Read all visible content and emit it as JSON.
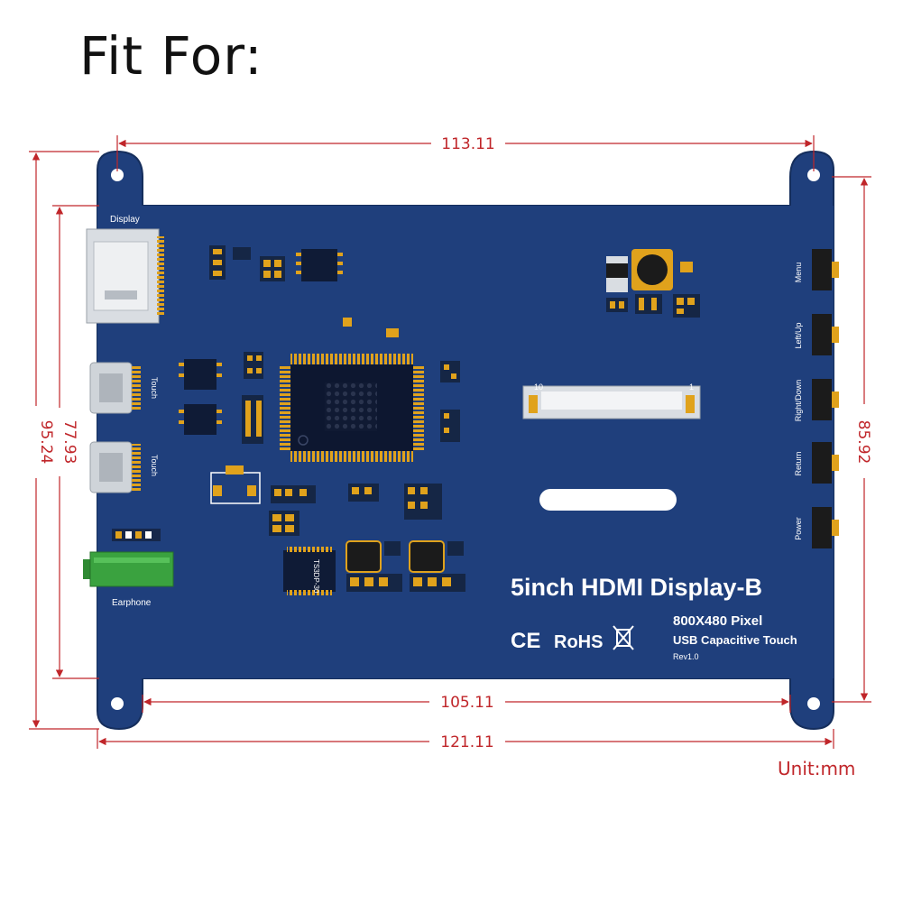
{
  "heading": "Fit For:",
  "dimensions": {
    "top_width": "113.11",
    "inner_width": "105.11",
    "total_width": "121.11",
    "left_inner_height": "77.93",
    "left_total_height": "95.24",
    "right_height": "85.92",
    "unit": "Unit:mm"
  },
  "board": {
    "title": "5inch HDMI Display-B",
    "resolution": "800X480 Pixel",
    "touch": "USB Capacitive Touch",
    "revision": "Rev1.0",
    "cert_ce": "CE",
    "cert_rohs": "RoHS",
    "chip_label": "TS3DP-30",
    "ffc_left": "10",
    "ffc_right": "1",
    "ports": {
      "display": "Display",
      "touch_1": "Touch",
      "touch_2": "Touch",
      "earphone": "Earphone"
    },
    "buttons": [
      "Menu",
      "Left/Up",
      "Right/Down",
      "Return",
      "Power"
    ]
  },
  "colors": {
    "pcb": "#1f3f7c",
    "dimension": "#c0262a",
    "gold": "#e0a21c"
  }
}
